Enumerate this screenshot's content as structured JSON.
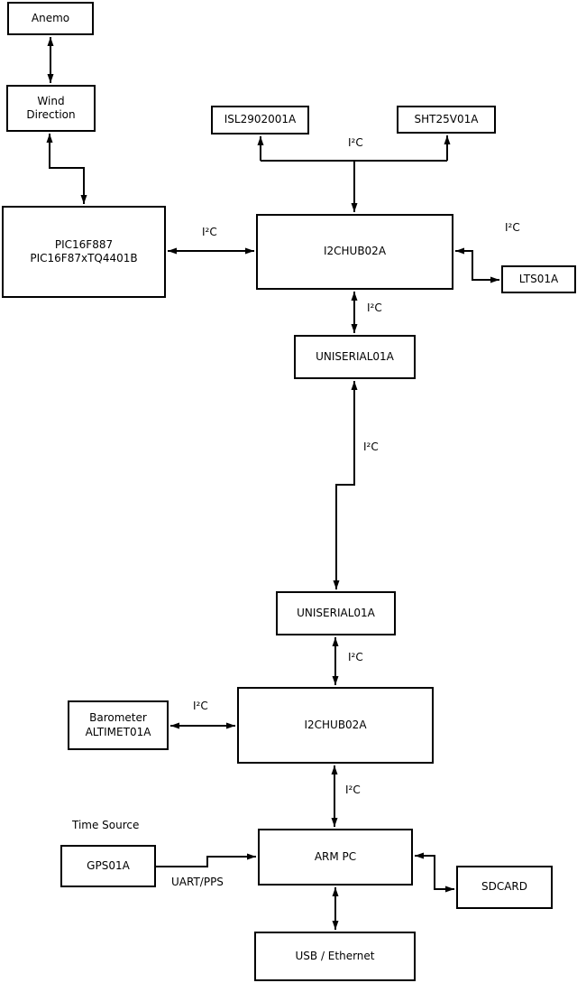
{
  "diagram": {
    "background_color": "#ffffff",
    "line_color": "#000000",
    "nodes": {
      "anemo": {
        "label": "Anemo"
      },
      "wind_direction": {
        "label": "Wind\nDirection"
      },
      "pic": {
        "label": "PIC16F887\nPIC16F87xTQ4401B"
      },
      "isl": {
        "label": "ISL2902001A"
      },
      "sht": {
        "label": "SHT25V01A"
      },
      "i2chub_top": {
        "label": "I2CHUB02A"
      },
      "lts": {
        "label": "LTS01A"
      },
      "uniserial_top": {
        "label": "UNISERIAL01A"
      },
      "uniserial_bottom": {
        "label": "UNISERIAL01A"
      },
      "barometer": {
        "label": "Barometer\nALTIMET01A"
      },
      "i2chub_bottom": {
        "label": "I2CHUB02A"
      },
      "gps": {
        "label": "GPS01A"
      },
      "arm_pc": {
        "label": "ARM PC"
      },
      "sdcard": {
        "label": "SDCARD"
      },
      "usb_ethernet": {
        "label": "USB / Ethernet"
      }
    },
    "captions": {
      "time_source": "Time Source"
    },
    "edges": {
      "hub_top_to_sensors": {
        "label": "I²C"
      },
      "pic_to_hub_top": {
        "label": "I²C"
      },
      "hub_top_to_lts": {
        "label": "I²C"
      },
      "hub_top_to_uniserial": {
        "label": "I²C"
      },
      "uniserial_to_uniserial": {
        "label": "I²C"
      },
      "uniserial_to_hub_bottom": {
        "label": "I²C"
      },
      "barometer_to_hub_bottom": {
        "label": "I²C"
      },
      "hub_bottom_to_arm_pc": {
        "label": "I²C"
      },
      "gps_to_arm_pc": {
        "label": "UART/PPS"
      }
    }
  }
}
